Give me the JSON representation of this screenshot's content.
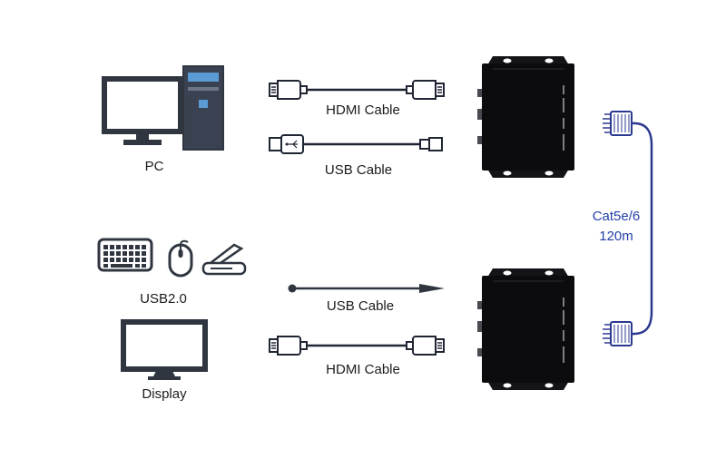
{
  "diagram": {
    "source_group": {
      "pc_label": "PC",
      "usb2_label": "USB2.0",
      "display_label": "Display"
    },
    "cables": {
      "hdmi_top_label": "HDMI Cable",
      "usb_top_label": "USB Cable",
      "usb_bottom_label": "USB Cable",
      "hdmi_bottom_label": "HDMI Cable"
    },
    "link": {
      "cat5_type": "Cat5e/6",
      "cat5_distance": "120m"
    },
    "colors": {
      "icon_dark": "#2f3640",
      "tower_accent": "#5b9bd5",
      "cat5_blue": "#2b3990",
      "box_black": "#0c0c0e",
      "label_text": "#1b1b1b"
    }
  }
}
